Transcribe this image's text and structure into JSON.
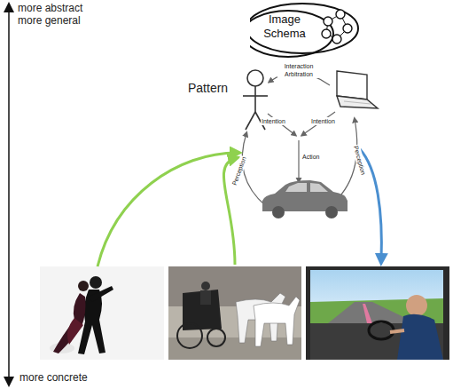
{
  "diagram": {
    "nodes": [
      {
        "text": [
          "Image Schema"
        ]
      }
    ],
    "labels": [
      "more abstract more general",
      "Pattern",
      "Interaction Arbitration",
      "Intention",
      "Intention",
      "Action",
      "Perception",
      "Perception",
      "more concrete"
    ]
  }
}
